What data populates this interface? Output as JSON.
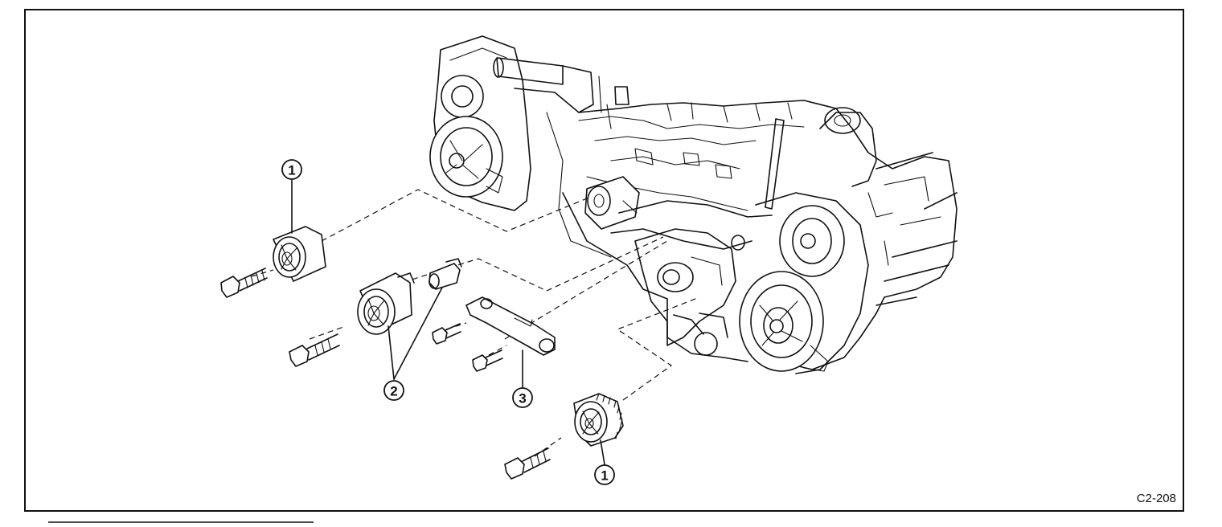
{
  "figure": {
    "id_label": "C2-208"
  },
  "callouts": [
    {
      "key": "pulley-top",
      "label": "1"
    },
    {
      "key": "tensioner",
      "label": "2"
    },
    {
      "key": "bracket",
      "label": "3"
    },
    {
      "key": "sprocket-bottom",
      "label": "1"
    }
  ],
  "icons": [
    "engine-block-icon",
    "idler-pulley-icon",
    "tensioner-pulley-icon",
    "sprocket-icon",
    "bolt-icon",
    "bracket-icon"
  ],
  "colors": {
    "ink": "#111111",
    "paper": "#ffffff"
  }
}
